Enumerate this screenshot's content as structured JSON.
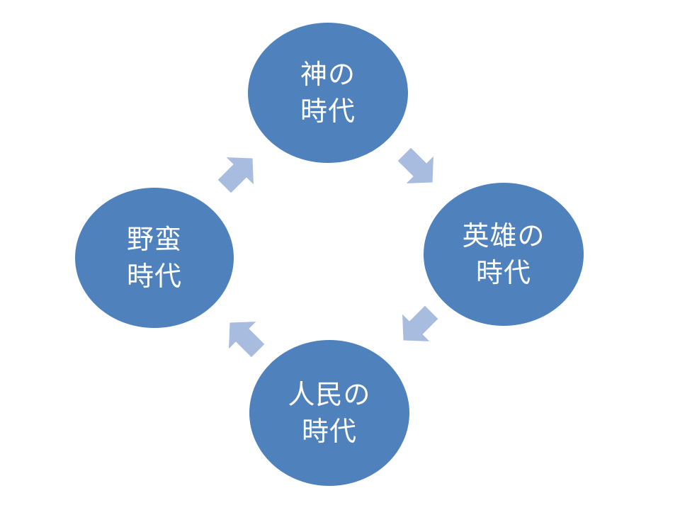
{
  "colors": {
    "node_fill": "#4f81bd",
    "node_text": "#ffffff",
    "arrow_fill": "#a7bcdf"
  },
  "cycle": {
    "nodes": [
      {
        "id": "top",
        "lines": [
          "神の",
          "時代"
        ]
      },
      {
        "id": "right",
        "lines": [
          "英雄の",
          "時代"
        ]
      },
      {
        "id": "bottom",
        "lines": [
          "人民の",
          "時代"
        ]
      },
      {
        "id": "left",
        "lines": [
          "野蛮",
          "時代"
        ]
      }
    ],
    "arrows": [
      {
        "id": "top-to-right",
        "icon": "arrow-down-right-icon"
      },
      {
        "id": "right-to-bottom",
        "icon": "arrow-down-left-icon"
      },
      {
        "id": "bottom-to-left",
        "icon": "arrow-up-left-icon"
      },
      {
        "id": "left-to-top",
        "icon": "arrow-up-right-icon"
      }
    ]
  }
}
